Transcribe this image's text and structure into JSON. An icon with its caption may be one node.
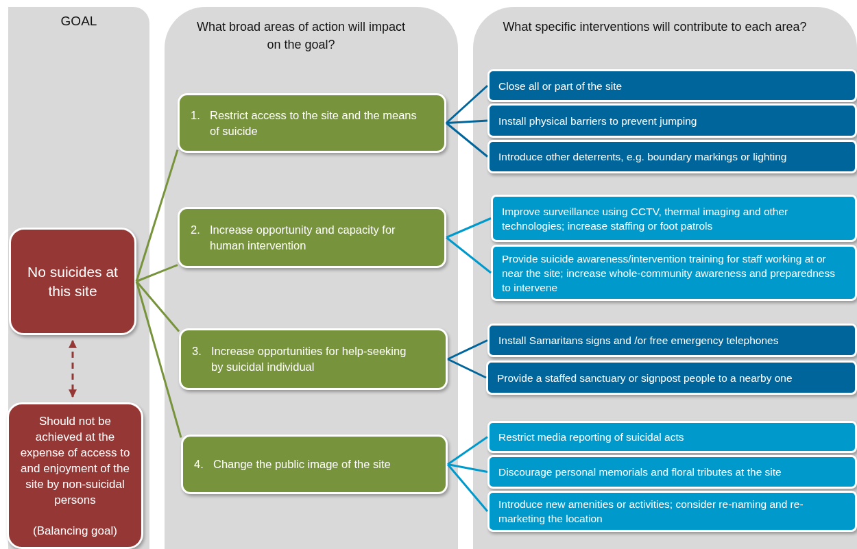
{
  "diagram": {
    "nodes": [
      {
        "text": [
          "GOAL"
        ]
      },
      {
        "text": [
          "What broad areas of action will impact on the goal?"
        ]
      },
      {
        "text": [
          "What specific interventions will contribute to each area?"
        ]
      },
      {
        "text": [
          "No suicides at this site"
        ],
        "in": 0
      },
      {
        "text": [
          "Should not be achieved at the expense of access to and enjoyment of the site by non-suicidal persons",
          "(Balancing goal)"
        ],
        "in": 0
      },
      {
        "text": [
          "1.",
          "Restrict access to the site and the means of suicide"
        ],
        "in": 1
      },
      {
        "text": [
          "2.",
          "Increase opportunity and capacity for human intervention"
        ],
        "in": 1
      },
      {
        "text": [
          "3.",
          "Increase opportunities for help-seeking by suicidal individual"
        ],
        "in": 1
      },
      {
        "text": [
          "4.",
          "Change the public image of the site"
        ],
        "in": 1
      },
      {
        "text": [
          "Close all or part of the site"
        ],
        "in": 2
      },
      {
        "text": [
          "Install physical barriers to prevent jumping"
        ],
        "in": 2
      },
      {
        "text": [
          "Introduce other deterrents, e.g. boundary markings or lighting"
        ],
        "in": 2
      },
      {
        "text": [
          "Improve surveillance using CCTV, thermal imaging and other technologies; increase staffing or foot patrols"
        ],
        "in": 2
      },
      {
        "text": [
          "Provide suicide awareness/intervention training for staff working at or near the site; increase whole-community awareness and preparedness to intervene"
        ],
        "in": 2
      },
      {
        "text": [
          "Install Samaritans signs and /or free emergency telephones"
        ],
        "in": 2
      },
      {
        "text": [
          "Provide a staffed sanctuary or signpost people to a nearby one"
        ],
        "in": 2
      },
      {
        "text": [
          "Restrict media reporting of suicidal acts"
        ],
        "in": 2
      },
      {
        "text": [
          "Discourage personal memorials and floral tributes at the site"
        ],
        "in": 2
      },
      {
        "text": [
          "Introduce new amenities or activities; consider re-naming and re-marketing the location"
        ],
        "in": 2
      }
    ],
    "edges": [
      {
        "from": 3,
        "to": 5,
        "arrow": "none",
        "color": "#77933c"
      },
      {
        "from": 3,
        "to": 6,
        "arrow": "none",
        "color": "#77933c"
      },
      {
        "from": 3,
        "to": 7,
        "arrow": "none",
        "color": "#77933c"
      },
      {
        "from": 3,
        "to": 8,
        "arrow": "none",
        "color": "#77933c"
      },
      {
        "from": 3,
        "to": 4,
        "arrow": "both",
        "style": "dashed",
        "color": "#953735"
      },
      {
        "from": 5,
        "to": 9,
        "arrow": "none",
        "color": "#00659b"
      },
      {
        "from": 5,
        "to": 10,
        "arrow": "none",
        "color": "#00659b"
      },
      {
        "from": 5,
        "to": 11,
        "arrow": "none",
        "color": "#00659b"
      },
      {
        "from": 6,
        "to": 12,
        "arrow": "none",
        "color": "#0099cc"
      },
      {
        "from": 6,
        "to": 13,
        "arrow": "none",
        "color": "#0099cc"
      },
      {
        "from": 7,
        "to": 14,
        "arrow": "none",
        "color": "#00659b"
      },
      {
        "from": 7,
        "to": 15,
        "arrow": "none",
        "color": "#00659b"
      },
      {
        "from": 8,
        "to": 16,
        "arrow": "none",
        "color": "#0099cc"
      },
      {
        "from": 8,
        "to": 17,
        "arrow": "none",
        "color": "#0099cc"
      },
      {
        "from": 8,
        "to": 18,
        "arrow": "none",
        "color": "#0099cc"
      }
    ]
  }
}
